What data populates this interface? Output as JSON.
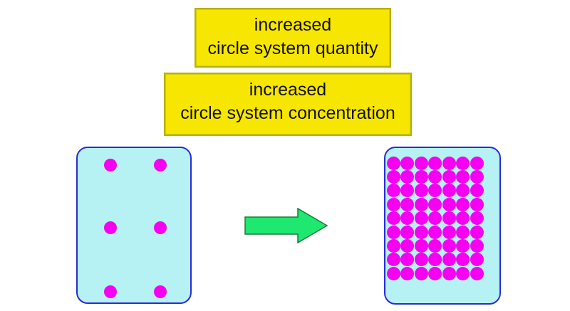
{
  "labels": {
    "quantity": {
      "line1": "increased",
      "line2": "circle system quantity"
    },
    "concentration": {
      "line1": "increased",
      "line2": "circle system concentration"
    }
  },
  "colors": {
    "label_fill": "#f7e600",
    "container_fill": "#b6f2f4",
    "container_border": "#2a2ad6",
    "dot": "#f500f0",
    "arrow": "#1ee870",
    "arrow_stroke": "#1a7a3a"
  },
  "left_system": {
    "particle_count": 6
  },
  "right_system": {
    "particle_count": 63
  },
  "arrow": {
    "icon": "right-arrow-icon"
  }
}
